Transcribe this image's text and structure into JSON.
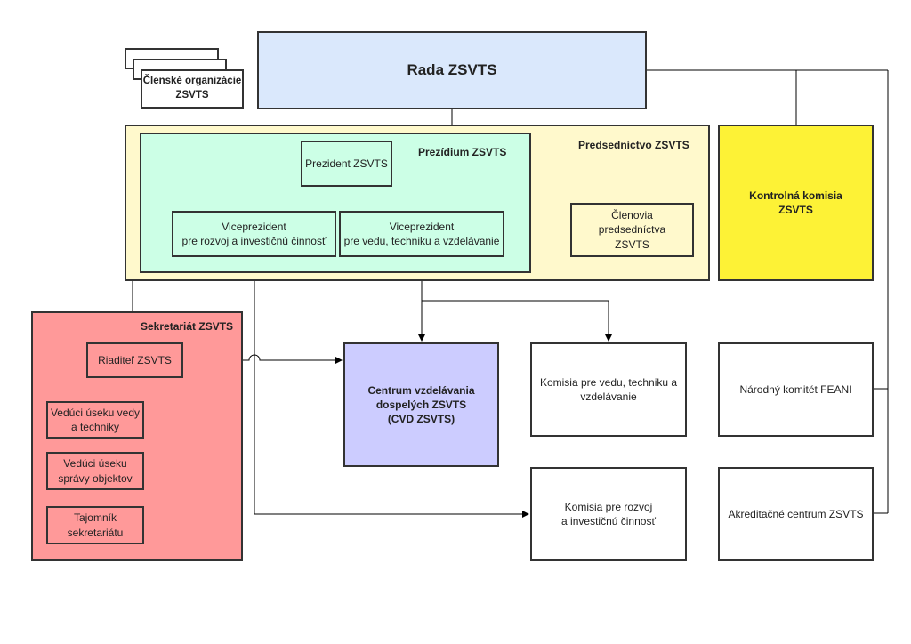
{
  "rada": "Rada ZSVTS",
  "clenske": "Členské organizácie ZSVTS",
  "predsednictvo_title": "Predsedníctvo ZSVTS",
  "prezidium_title": "Prezídium ZSVTS",
  "prezident": "Prezident ZSVTS",
  "vp_rozvoj": "Viceprezident\npre rozvoj a investičnú činnosť",
  "vp_veda": "Viceprezident\npre vedu, techniku a vzdelávanie",
  "clenovia": "Členovia\npredsedníctva\nZSVTS",
  "kontrolna": "Kontrolná komisia\nZSVTS",
  "sekretariat_title": "Sekretariát ZSVTS",
  "riaditel": "Riaditeľ ZSVTS",
  "veduci_vedy": "Vedúci úseku vedy\na techniky",
  "veduci_spravy": "Vedúci úseku\nsprávy objektov",
  "tajomnik": "Tajomník\nsekretariátu",
  "cvd": "Centrum vzdelávania\ndospelých ZSVTS\n(CVD ZSVTS)",
  "komisia_veda": "Komisia pre vedu, techniku a\nvzdelávanie",
  "komisia_rozvoj": "Komisia pre rozvoj\na investičnú činnosť",
  "feani": "Národný komitét FEANI",
  "akreditacne": "Akreditačné centrum ZSVTS",
  "colors": {
    "rada": "#dae8fc",
    "predsednictvo": "#fff9cc",
    "prezidium": "#ccffe6",
    "kontrolna": "#fdf236",
    "sekretariat": "#ff9999",
    "cvd": "#ccccff"
  }
}
